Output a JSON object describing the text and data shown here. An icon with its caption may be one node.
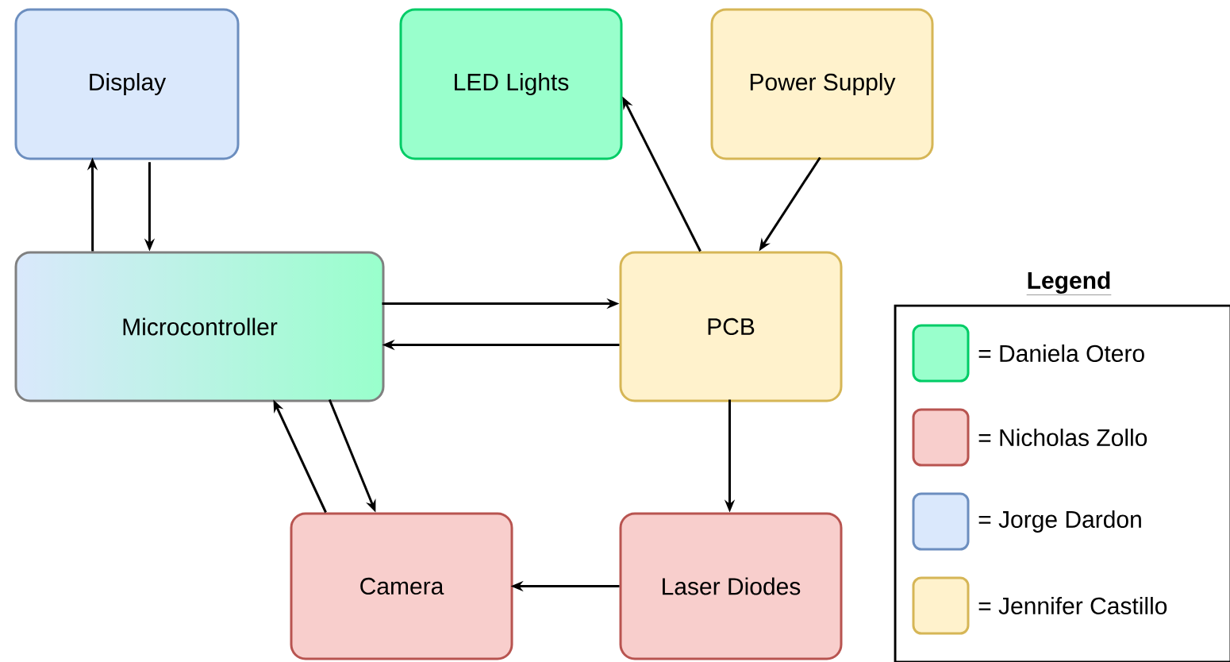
{
  "diagram": {
    "nodes": [
      {
        "text": [
          "Display"
        ]
      },
      {
        "text": [
          "LED Lights"
        ]
      },
      {
        "text": [
          "Power Supply"
        ]
      },
      {
        "text": [
          "Microcontroller"
        ]
      },
      {
        "text": [
          "PCB"
        ]
      },
      {
        "text": [
          "Camera"
        ]
      },
      {
        "text": [
          "Laser Diodes"
        ]
      }
    ],
    "edges": [
      {
        "from": 3,
        "to": 0,
        "arrow": "to"
      },
      {
        "from": 0,
        "to": 3,
        "arrow": "to"
      },
      {
        "from": 4,
        "to": 1,
        "arrow": "to"
      },
      {
        "from": 2,
        "to": 4,
        "arrow": "to"
      },
      {
        "from": 3,
        "to": 4,
        "arrow": "to"
      },
      {
        "from": 4,
        "to": 3,
        "arrow": "to"
      },
      {
        "from": 4,
        "to": 6,
        "arrow": "to"
      },
      {
        "from": 6,
        "to": 5,
        "arrow": "to"
      },
      {
        "from": 5,
        "to": 3,
        "arrow": "to"
      },
      {
        "from": 3,
        "to": 5,
        "arrow": "to"
      }
    ],
    "labels": [
      "Legend"
    ],
    "legend": [
      {
        "text": "= Daniela Otero",
        "color": "#99ffcc"
      },
      {
        "text": "= Nicholas Zollo",
        "color": "#f8cecc"
      },
      {
        "text": "= Jorge Dardon",
        "color": "#dae8fc"
      },
      {
        "text": "= Jennifer Castillo",
        "color": "#fff2cc"
      }
    ]
  }
}
